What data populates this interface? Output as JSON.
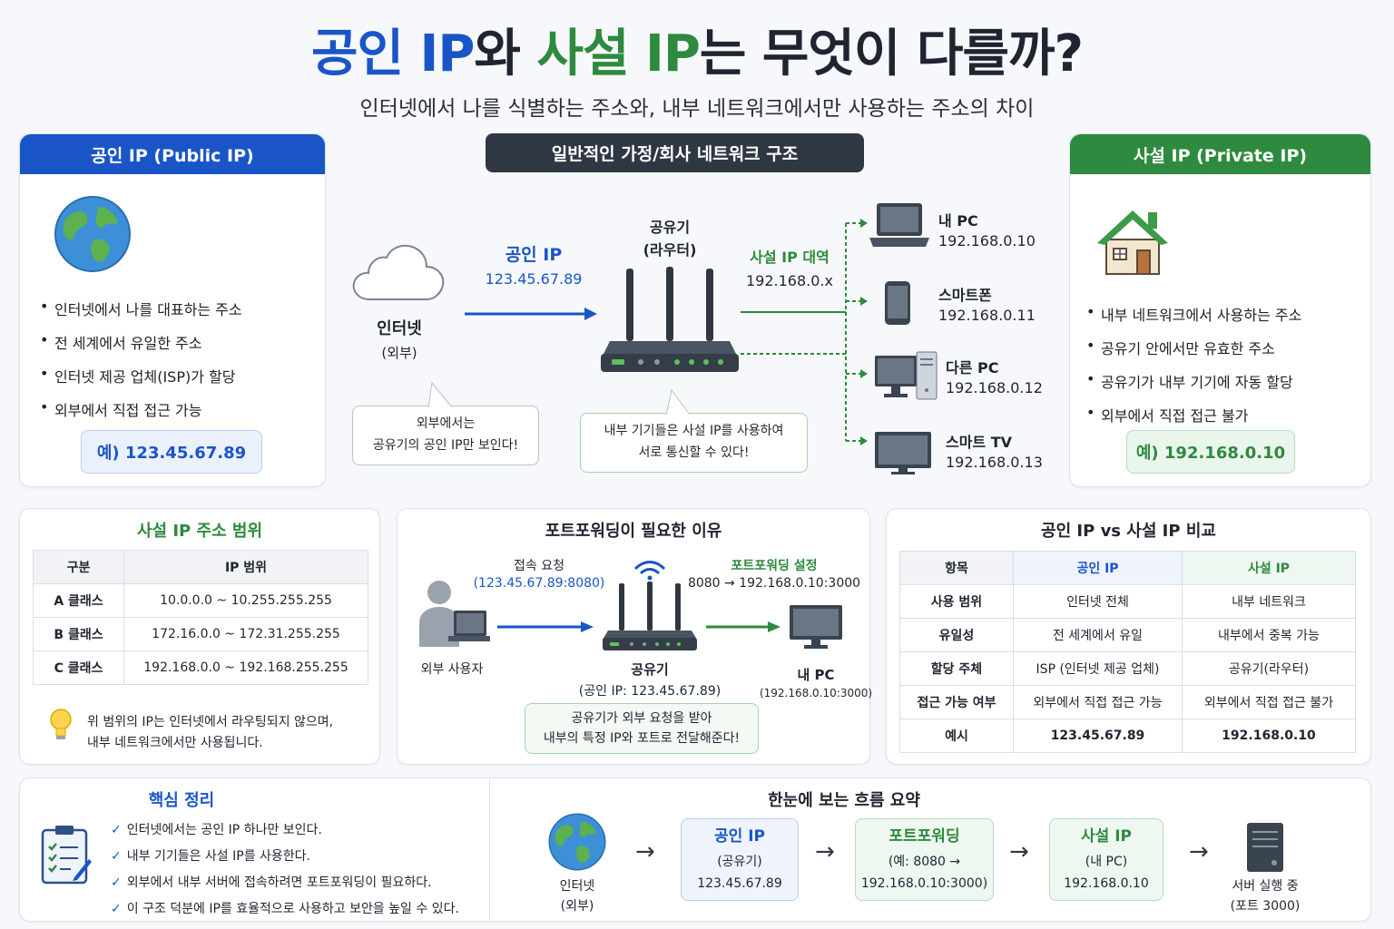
{
  "title": {
    "part1": "공인 IP",
    "part2": "와 ",
    "part3": "사설 IP",
    "part4": "는 무엇이 다를까?"
  },
  "subtitle": "인터넷에서 나를 식별하는 주소와, 내부 네트워크에서만 사용하는 주소의 차이",
  "public_card": {
    "header": "공인 IP (Public IP)",
    "bullets": [
      "인터넷에서 나를 대표하는 주소",
      "전 세계에서 유일한 주소",
      "인터넷 제공 업체(ISP)가 할당",
      "외부에서 직접 접근 가능"
    ],
    "example": "예) 123.45.67.89"
  },
  "network": {
    "header": "일반적인 가정/회사 네트워크 구조",
    "internet_label": "인터넷",
    "internet_sub": "(외부)",
    "public_ip_label": "공인 IP",
    "public_ip_value": "123.45.67.89",
    "router_label1": "공유기",
    "router_label2": "(라우터)",
    "private_band_label": "사설 IP 대역",
    "private_band_value": "192.168.0.x",
    "bubble_left_1": "외부에서는",
    "bubble_left_2": "공유기의 공인 IP만 보인다!",
    "bubble_mid_1": "내부 기기들은 사설 IP를 사용하여",
    "bubble_mid_2": "서로 통신할 수 있다!",
    "devices": [
      {
        "name": "내 PC",
        "ip": "192.168.0.10"
      },
      {
        "name": "스마트폰",
        "ip": "192.168.0.11"
      },
      {
        "name": "다른 PC",
        "ip": "192.168.0.12"
      },
      {
        "name": "스마트 TV",
        "ip": "192.168.0.13"
      }
    ]
  },
  "private_card": {
    "header": "사설 IP (Private IP)",
    "bullets": [
      "내부 네트워크에서 사용하는 주소",
      "공유기 안에서만 유효한 주소",
      "공유기가 내부 기기에 자동 할당",
      "외부에서 직접 접근 불가"
    ],
    "example": "예) 192.168.0.10"
  },
  "ranges": {
    "title": "사설 IP 주소 범위",
    "headers": [
      "구분",
      "IP 범위"
    ],
    "rows": [
      [
        "A 클래스",
        "10.0.0.0 ~ 10.255.255.255"
      ],
      [
        "B 클래스",
        "172.16.0.0 ~ 172.31.255.255"
      ],
      [
        "C 클래스",
        "192.168.0.0 ~ 192.168.255.255"
      ]
    ],
    "note1": "위 범위의 IP는 인터넷에서 라우팅되지 않으며,",
    "note2": "내부 네트워크에서만 사용됩니다."
  },
  "portfwd": {
    "title": "포트포워딩이 필요한 이유",
    "req_label": "접속 요청",
    "req_value": "(123.45.67.89:8080)",
    "set_label": "포트포워딩 설정",
    "set_value": "8080 → 192.168.0.10:3000",
    "user_label": "외부 사용자",
    "router_label": "공유기",
    "router_sub": "(공인 IP: 123.45.67.89)",
    "pc_label": "내 PC",
    "pc_sub": "(192.168.0.10:3000)",
    "note1": "공유기가 외부 요청을 받아",
    "note2": "내부의 특정 IP와 포트로 전달해준다!"
  },
  "compare": {
    "title": "공인 IP vs 사설 IP 비교",
    "headers": [
      "항목",
      "공인 IP",
      "사설 IP"
    ],
    "rows": [
      [
        "사용 범위",
        "인터넷 전체",
        "내부 네트워크"
      ],
      [
        "유일성",
        "전 세계에서 유일",
        "내부에서 중복 가능"
      ],
      [
        "할당 주체",
        "ISP (인터넷 제공 업체)",
        "공유기(라우터)"
      ],
      [
        "접근 가능 여부",
        "외부에서 직접 접근 가능",
        "외부에서 직접 접근 불가"
      ],
      [
        "예시",
        "123.45.67.89",
        "192.168.0.10"
      ]
    ]
  },
  "summary": {
    "title": "핵심 정리",
    "items": [
      "인터넷에서는 공인 IP 하나만 보인다.",
      "내부 기기들은 사설 IP를 사용한다.",
      "외부에서 내부 서버에 접속하려면 포트포워딩이 필요하다.",
      "이 구조 덕분에 IP를 효율적으로 사용하고 보안을 높일 수 있다."
    ]
  },
  "flow": {
    "title": "한눈에 보는 흐름 요약",
    "internet_label": "인터넷",
    "internet_sub": "(외부)",
    "box1": {
      "title": "공인 IP",
      "line1": "(공유기)",
      "line2": "123.45.67.89"
    },
    "box2": {
      "title": "포트포워딩",
      "line1": "(예: 8080 →",
      "line2": "192.168.0.10:3000)"
    },
    "box3": {
      "title": "사설 IP",
      "line1": "(내 PC)",
      "line2": "192.168.0.10"
    },
    "server_label": "서버 실행 중",
    "server_sub": "(포트 3000)"
  },
  "colors": {
    "public_blue": "#1a55c8",
    "private_green": "#2e8a3e",
    "dark_header": "#2f3742"
  }
}
